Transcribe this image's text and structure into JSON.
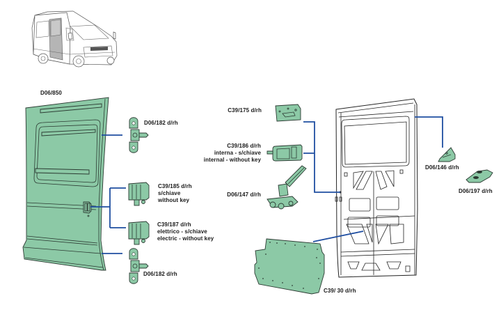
{
  "colors": {
    "part_fill": "#8cc9a6",
    "part_stroke": "#2b3a32",
    "leader_line": "#1f4ea1",
    "outline": "#222222",
    "van_highlight": "#b5b5b5"
  },
  "vehicle": {
    "icon": "van-icon",
    "highlighted_part": "sliding-door"
  },
  "labels": {
    "door_panel": {
      "code": "D06/850"
    },
    "hinge_top": {
      "code": "D06/182 d/rh"
    },
    "lock_185": {
      "code": "C39/185 d/rh",
      "line2": "s/chiave",
      "line3": "without key"
    },
    "lock_187": {
      "code": "C39/187 d/rh",
      "line2": "elettrico - s/chiave",
      "line3": "electric - without key"
    },
    "hinge_bottom": {
      "code": "D06/182 d/rh"
    },
    "lock_175": {
      "code": "C39/175 d/rh"
    },
    "lock_186": {
      "code": "C39/186 d/rh",
      "line2": "interna - s/chiave",
      "line3": "internal - without key"
    },
    "roller_147": {
      "code": "D06/147 d/rh"
    },
    "guide_146": {
      "code": "D06/146 d/rh"
    },
    "guide_197": {
      "code": "D06/197 d/rh"
    },
    "trim_panel": {
      "code": "C39/ 30 d/rh"
    }
  }
}
